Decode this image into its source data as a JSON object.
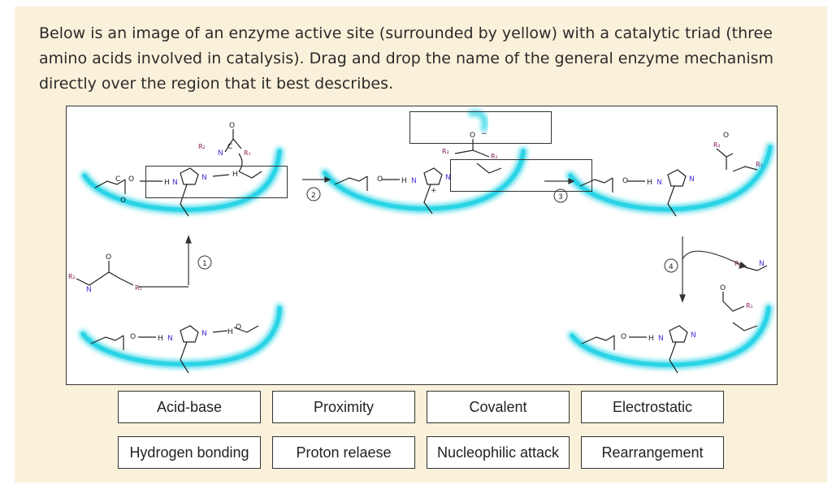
{
  "prompt": "Below is an image of an enzyme active site (surrounded by yellow) with a catalytic triad (three amino acids involved in catalysis). Drag and drop the name of the general enzyme mechanism directly over the region that it best describes.",
  "steps": [
    "1",
    "2",
    "3",
    "4"
  ],
  "atoms": {
    "o": "O",
    "c": "C",
    "n": "N",
    "h": "H",
    "r1": "R₁",
    "r2": "R₂",
    "minus": "−",
    "plus": "+"
  },
  "choices": [
    {
      "label": "Acid-base"
    },
    {
      "label": "Proximity"
    },
    {
      "label": "Covalent"
    },
    {
      "label": "Electrostatic"
    },
    {
      "label": "Hydrogen bonding"
    },
    {
      "label": "Proton relaese"
    },
    {
      "label": "Nucleophilic attack"
    },
    {
      "label": "Rearrangement"
    }
  ],
  "colors": {
    "panel_bg": "#faf1da",
    "active_site": "#29d4e6",
    "n_atom": "#4a2bd6",
    "r_group": "#8a1a5a"
  }
}
